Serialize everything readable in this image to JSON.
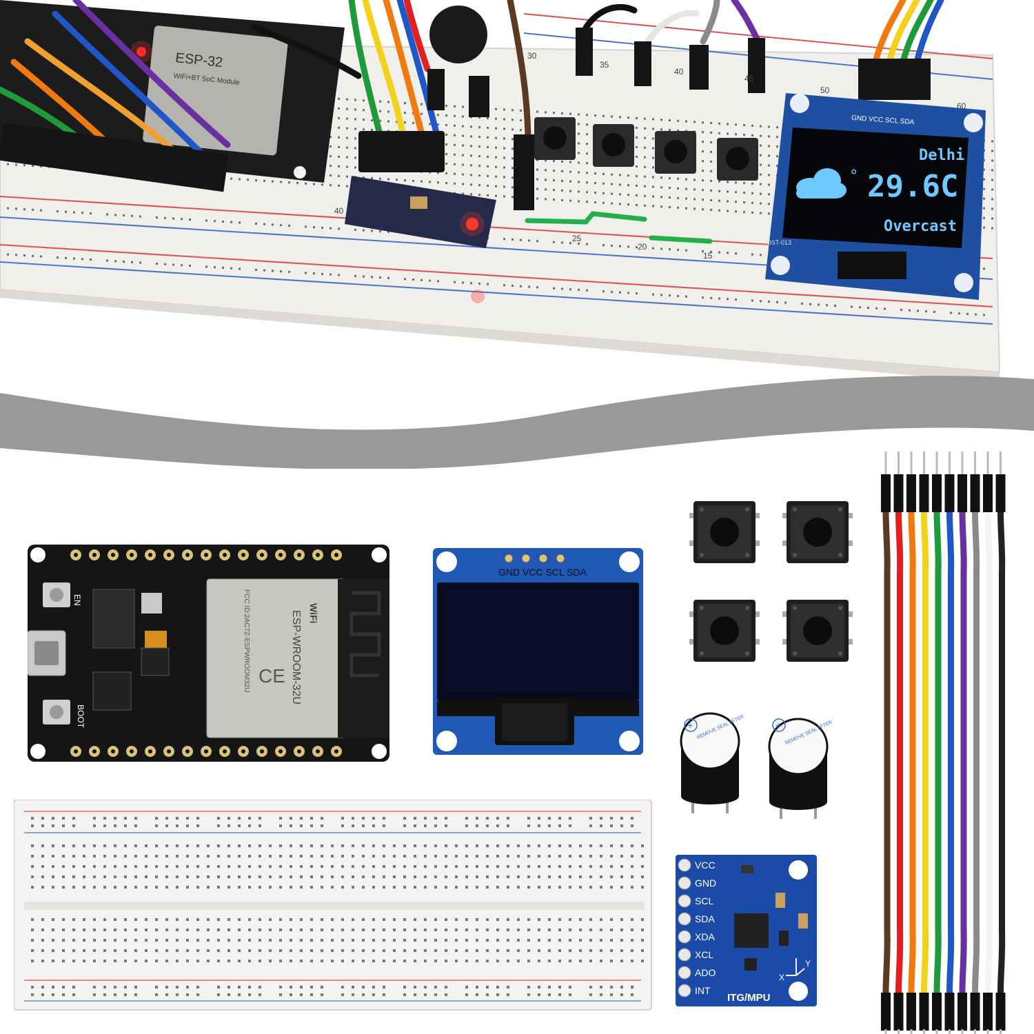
{
  "hero": {
    "oled_city": "Delhi",
    "oled_temp": "29.6C",
    "oled_degree": "°",
    "oled_condition": "Overcast",
    "oled_header_pins": "GND VCC SCL SDA",
    "oled_model": "OST-013",
    "esp_module_label": "ESP-32",
    "esp_module_sub": "WiFi+BT SoC Module",
    "breadboard_numbers": [
      "30",
      "35",
      "40",
      "45",
      "50",
      "60",
      "40",
      "25",
      "20",
      "15"
    ]
  },
  "kit": {
    "esp32": {
      "module_label": "ESP-WROOM-32U",
      "module_fcc": "FCC ID:2AC7Z-ESPWROOM32U",
      "wifi_badge": "WiFi",
      "en_label": "EN",
      "boot_label": "BOOT"
    },
    "oled": {
      "pins_label": "GND VCC SCL SDA"
    },
    "buzzer": {
      "sticker_text": "REMOVE SEAL AFTER WASHING",
      "plus": "+"
    },
    "mpu": {
      "pins": [
        "VCC",
        "GND",
        "SCL",
        "SDA",
        "XDA",
        "XCL",
        "ADO",
        "INT"
      ],
      "title": "ITG/MPU",
      "axis_x": "X",
      "axis_y": "Y"
    },
    "jumper_colors": [
      "#5a3a22",
      "#e02020",
      "#f07a10",
      "#f2d21a",
      "#1e9a3a",
      "#1f57c9",
      "#6a2fa0",
      "#8a8a8a",
      "#f4f4f4",
      "#222222"
    ]
  }
}
